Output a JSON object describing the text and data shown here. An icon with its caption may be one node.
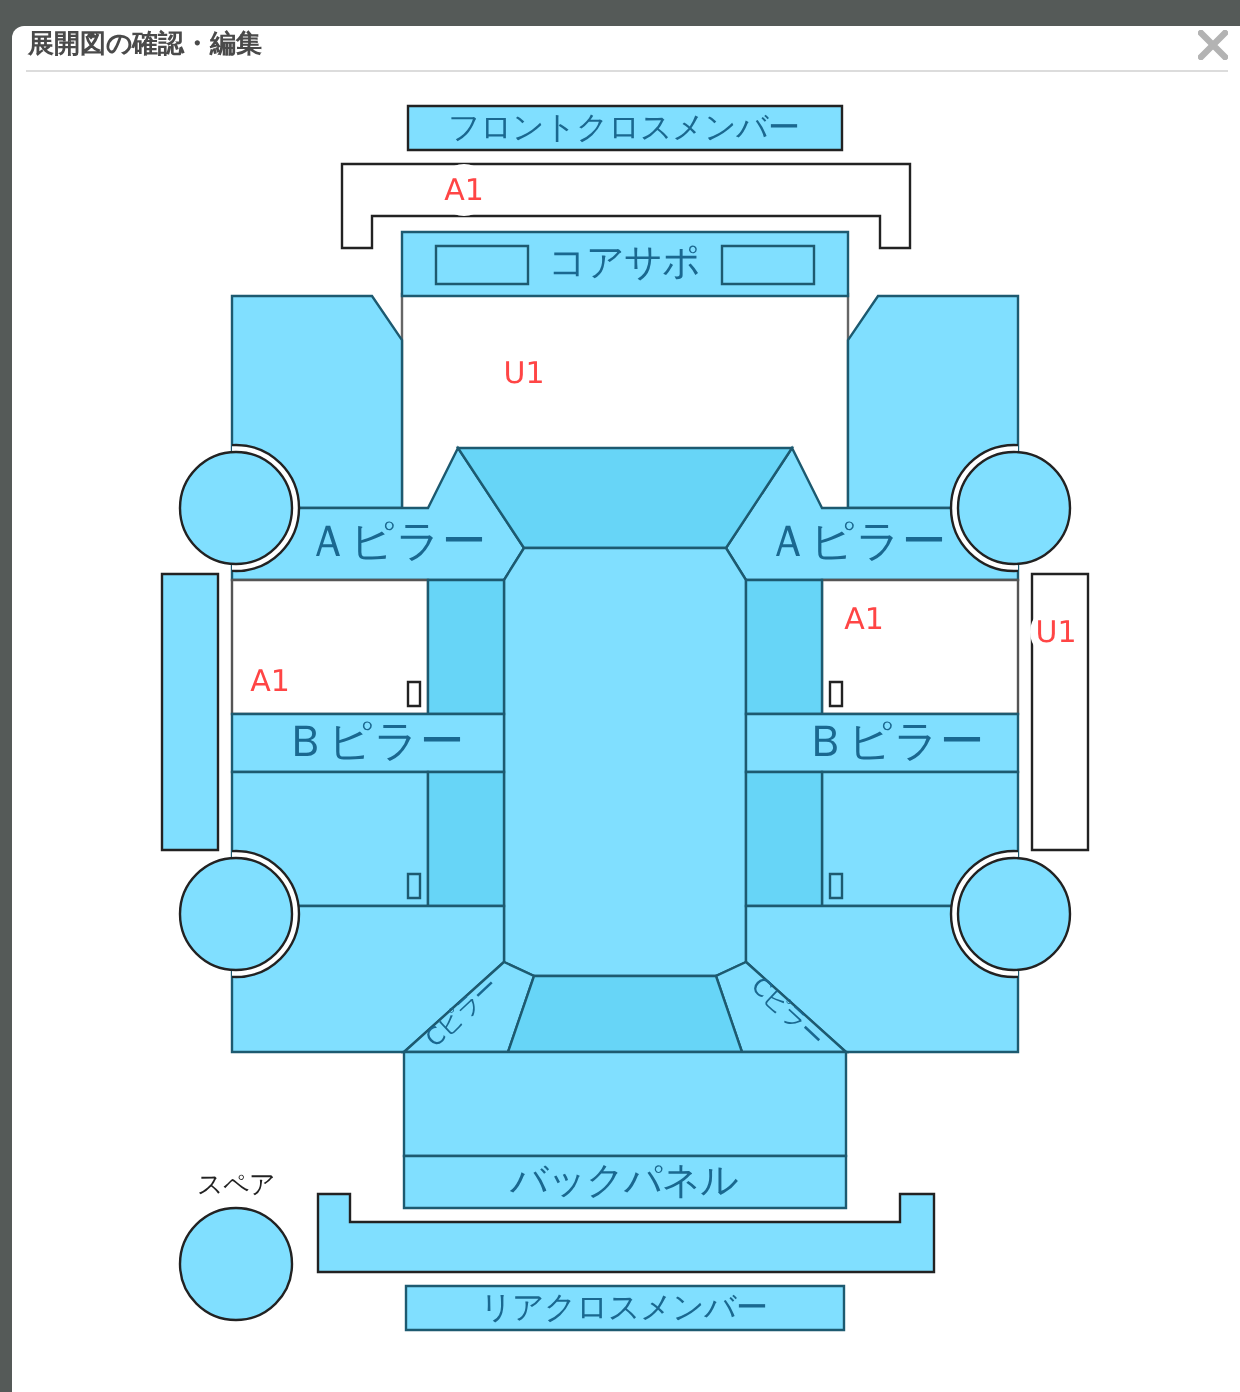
{
  "diagram": {
    "title": "展開図の確認・編集",
    "labels": [
      "フロントクロスメンバー",
      "A1",
      "コアサポ",
      "U1",
      "Ａピラー",
      "Ａピラー",
      "A1",
      "U1",
      "A1",
      "Ｂピラー",
      "Ｂピラー",
      "Cピラー",
      "Cピラー",
      "バックパネル",
      "スペア",
      "リアクロスメンバー"
    ]
  }
}
